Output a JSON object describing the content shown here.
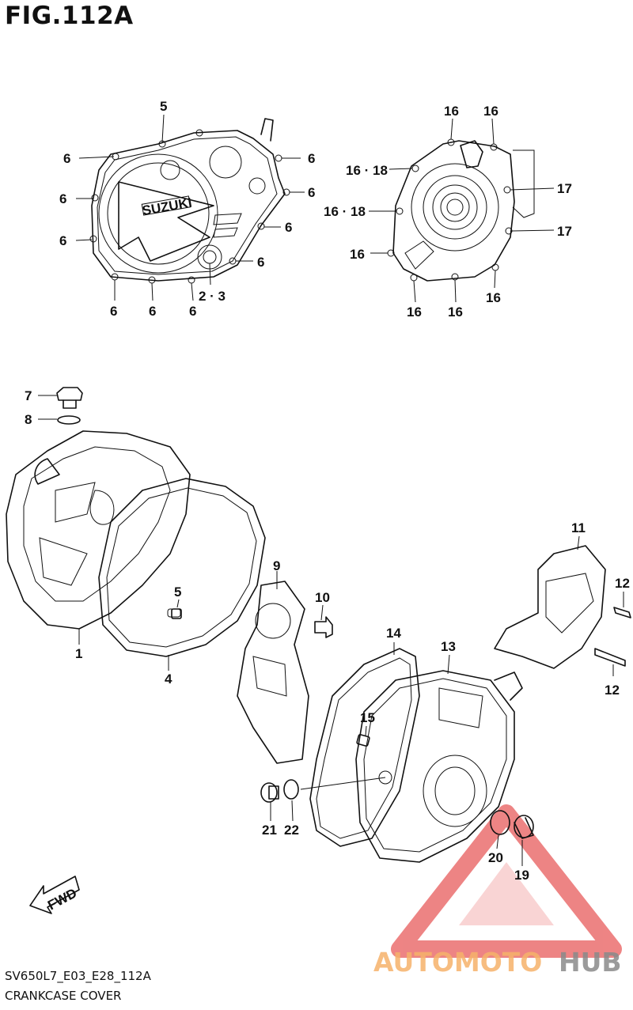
{
  "figure": {
    "title": "FIG.112A",
    "code": "SV650L7_E03_E28_112A",
    "name": "CRANKCASE COVER"
  },
  "cover_emblem": "SUZUKI",
  "fwd_label": "FWD",
  "watermark": {
    "text_left": "AUTOMOTO",
    "text_right": "HUB",
    "colors": {
      "logo": "#e85b5b",
      "text_left": "#f6b26b",
      "text_right": "#8a8a8a"
    }
  },
  "callouts": {
    "c1": "1",
    "c2_3": "2 · 3",
    "c4": "4",
    "c5_top": "5",
    "c5_mid": "5",
    "c6_a": "6",
    "c6_b": "6",
    "c6_c": "6",
    "c6_d": "6",
    "c6_e": "6",
    "c6_f": "6",
    "c6_g": "6",
    "c6_h": "6",
    "c6_i": "6",
    "c6_j": "6",
    "c7": "7",
    "c8": "8",
    "c9": "9",
    "c10": "10",
    "c11": "11",
    "c12_a": "12",
    "c12_b": "12",
    "c13": "13",
    "c14": "14",
    "c15": "15",
    "c16_a": "16",
    "c16_b": "16",
    "c16_18_a": "16 · 18",
    "c16_18_b": "16 · 18",
    "c16_c": "16",
    "c16_d": "16",
    "c16_e": "16",
    "c16_f": "16",
    "c17_a": "17",
    "c17_b": "17",
    "c19": "19",
    "c20": "20",
    "c21": "21",
    "c22": "22"
  }
}
